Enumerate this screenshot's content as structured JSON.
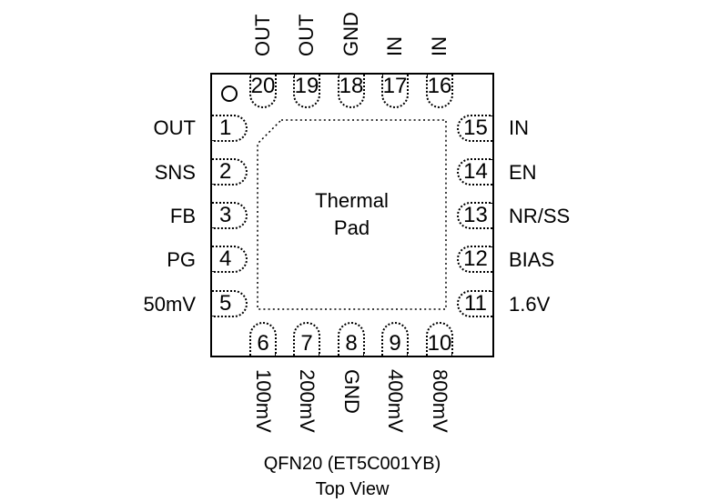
{
  "package": {
    "type_label": "QFN20 (ET5C001YB)",
    "view_label": "Top View",
    "thermal_pad_label": "Thermal Pad"
  },
  "pins": {
    "top": [
      {
        "num": "20",
        "label": "OUT"
      },
      {
        "num": "19",
        "label": "OUT"
      },
      {
        "num": "18",
        "label": "GND"
      },
      {
        "num": "17",
        "label": "IN"
      },
      {
        "num": "16",
        "label": "IN"
      }
    ],
    "left": [
      {
        "num": "1",
        "label": "OUT"
      },
      {
        "num": "2",
        "label": "SNS"
      },
      {
        "num": "3",
        "label": "FB"
      },
      {
        "num": "4",
        "label": "PG"
      },
      {
        "num": "5",
        "label": "50mV"
      }
    ],
    "right": [
      {
        "num": "15",
        "label": "IN"
      },
      {
        "num": "14",
        "label": "EN"
      },
      {
        "num": "13",
        "label": "NR/SS"
      },
      {
        "num": "12",
        "label": "BIAS"
      },
      {
        "num": "11",
        "label": "1.6V"
      }
    ],
    "bottom": [
      {
        "num": "6",
        "label": "100mV"
      },
      {
        "num": "7",
        "label": "200mV"
      },
      {
        "num": "8",
        "label": "GND"
      },
      {
        "num": "9",
        "label": "400mV"
      },
      {
        "num": "10",
        "label": "800mV"
      }
    ]
  },
  "colors": {
    "line": "#000000",
    "background": "#ffffff"
  }
}
